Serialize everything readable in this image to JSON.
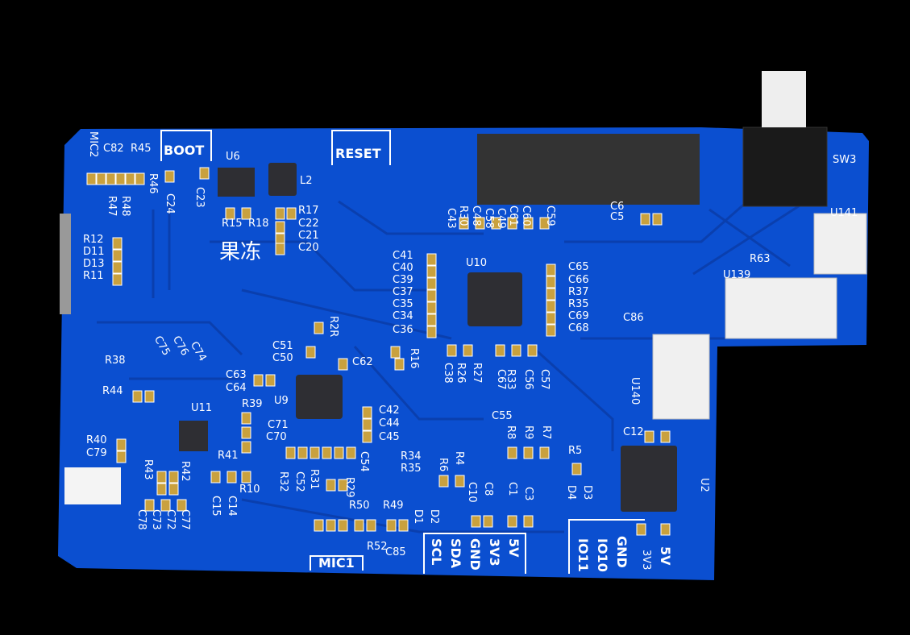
{
  "board": {
    "board_color": "#0b4fd0",
    "trace_color": "#0a3fae",
    "pad_color": "#c9a13e",
    "chip_color": "#2e2e33",
    "chinese_logo": "果冻"
  },
  "silkscreen_labels": [
    "MIC2",
    "C82",
    "R45",
    "BOOT",
    "RESET",
    "U6",
    "L2",
    "R46",
    "C24",
    "C23",
    "R48",
    "R47",
    "R12",
    "D11",
    "D13",
    "R11",
    "R15",
    "R18",
    "R17",
    "C22",
    "C21",
    "C20",
    "R30",
    "C48",
    "C61",
    "C60",
    "C59",
    "C43",
    "C58",
    "C49",
    "C5",
    "C6",
    "SW3",
    "U141",
    "R63",
    "U139",
    "C65",
    "C66",
    "R37",
    "R35",
    "C69",
    "C68",
    "C41",
    "C40",
    "C39",
    "C37",
    "C35",
    "C34",
    "C36",
    "U10",
    "C86",
    "R2R",
    "C51",
    "C50",
    "C62",
    "R16",
    "C38",
    "R26",
    "R27",
    "C67",
    "R33",
    "C56",
    "C57",
    "C55",
    "C75",
    "C76",
    "C74",
    "R38",
    "R44",
    "C63",
    "C64",
    "R39",
    "U9",
    "U11",
    "C71",
    "C70",
    "C42",
    "C44",
    "C45",
    "R34",
    "R35",
    "C54",
    "R40",
    "C79",
    "R43",
    "R42",
    "R41",
    "R10",
    "C15",
    "C14",
    "R32",
    "C52",
    "R31",
    "R29",
    "R8",
    "R9",
    "R7",
    "R5",
    "R6",
    "R4",
    "C10",
    "C8",
    "C1",
    "C3",
    "D1",
    "D2",
    "R50",
    "R49",
    "R52",
    "C85",
    "MIC1",
    "D4",
    "D3",
    "U2",
    "C12",
    "U140",
    "C73",
    "C72",
    "C77",
    "C78",
    "SCL",
    "SDA",
    "GND",
    "3V3",
    "5V",
    "IO11",
    "IO10",
    "GND",
    "3V3",
    "5V"
  ]
}
